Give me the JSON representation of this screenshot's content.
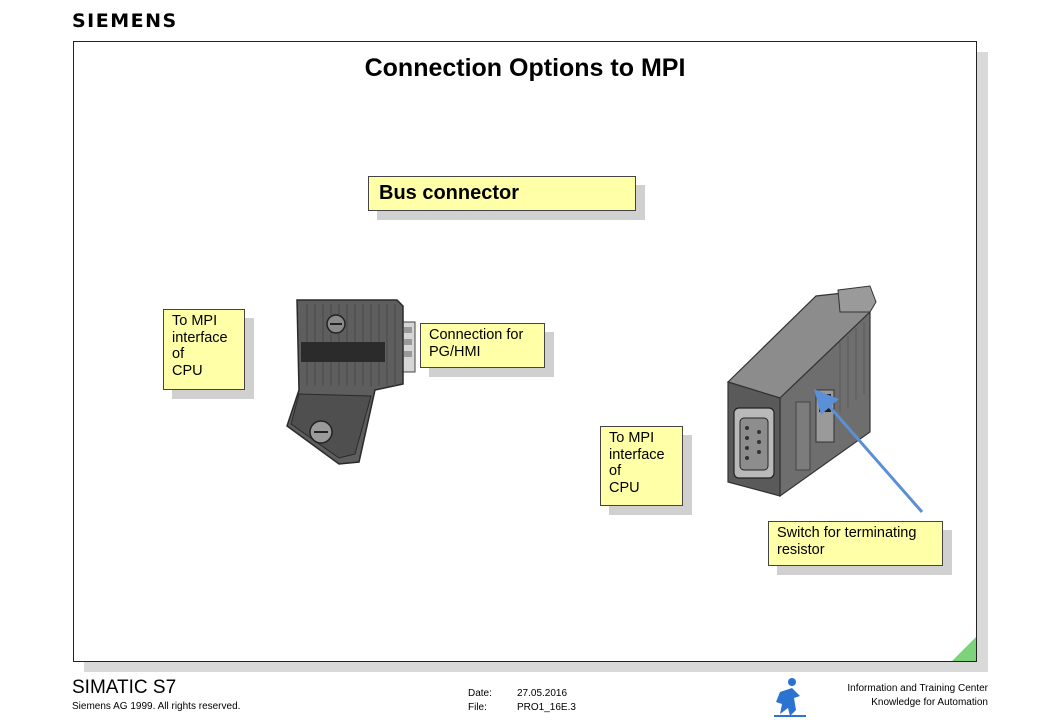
{
  "header": {
    "brand": "SIEMENS"
  },
  "slide": {
    "title": "Connection Options to MPI",
    "product_heading": "Bus connector",
    "callouts": {
      "left_cpu": "To MPI\ninterface\nof\nCPU",
      "pg_hmi": "Connection for\nPG/HMI",
      "right_cpu": "To MPI\ninterface\nof\nCPU",
      "switch": "Switch for terminating\nresistor"
    },
    "colors": {
      "callout_fill": "#ffffa8",
      "arrow": "#5b8fd6",
      "corner_fold": "#7dd37a"
    }
  },
  "footer": {
    "product": "SIMATIC S7",
    "copyright": "Siemens AG 1999. All rights reserved.",
    "date_label": "Date:",
    "date_value": "27.05.2016",
    "file_label": "File:",
    "file_value": "PRO1_16E.3",
    "center_line1": "Information and Training Center",
    "center_line2": "Knowledge for Automation",
    "logo_icon": "training-center-figure-icon"
  }
}
